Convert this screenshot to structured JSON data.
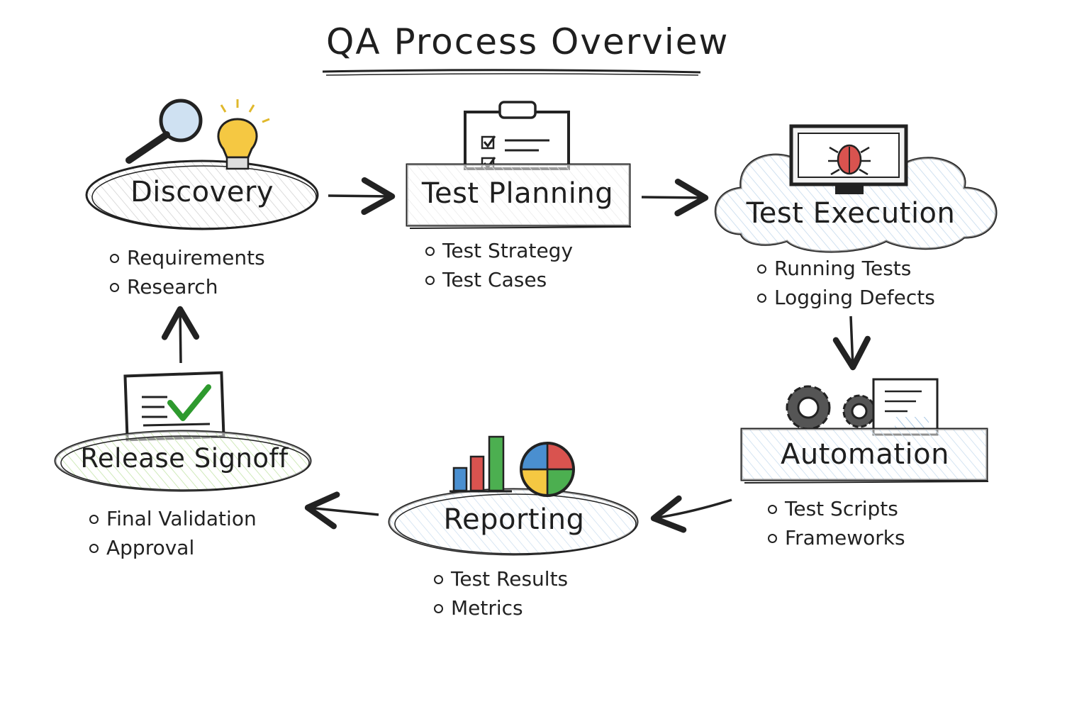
{
  "title": "QA Process Overview",
  "colors": {
    "ink": "#222222",
    "hatch_blue": "#8fb8da",
    "hatch_green": "#8ccc5a",
    "bulb_yellow": "#f5c842",
    "bug_red": "#d9534f",
    "check_green": "#2e9a2e",
    "bar_blue": "#4a8fd0",
    "bar_red": "#d9534f",
    "bar_green": "#4caf50"
  },
  "stages": [
    {
      "label": "Discovery",
      "icons": [
        "magnifier-icon",
        "lightbulb-icon"
      ],
      "bullets": [
        "Requirements",
        "Research"
      ]
    },
    {
      "label": "Test Planning",
      "icons": [
        "clipboard-checklist-icon"
      ],
      "bullets": [
        "Test Strategy",
        "Test Cases"
      ]
    },
    {
      "label": "Test Execution",
      "icons": [
        "monitor-bug-icon"
      ],
      "bullets": [
        "Running Tests",
        "Logging Defects"
      ]
    },
    {
      "label": "Automation",
      "icons": [
        "gears-icon",
        "document-icon"
      ],
      "bullets": [
        "Test Scripts",
        "Frameworks"
      ]
    },
    {
      "label": "Reporting",
      "icons": [
        "bar-chart-icon",
        "pie-chart-icon"
      ],
      "bullets": [
        "Test Results",
        "Metrics"
      ]
    },
    {
      "label": "Release Signoff",
      "icons": [
        "approved-document-icon"
      ],
      "bullets": [
        "Final Validation",
        "Approval"
      ]
    }
  ]
}
